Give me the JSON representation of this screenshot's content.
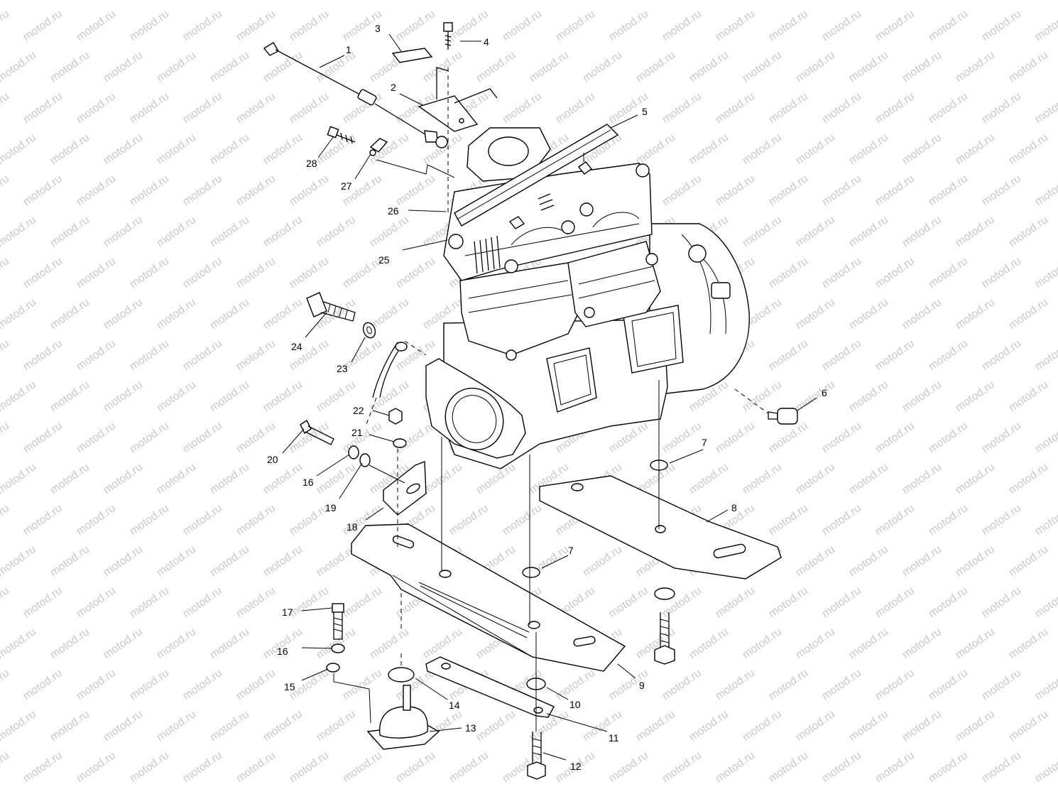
{
  "watermark": {
    "text": "motod.ru"
  },
  "callouts": [
    "1",
    "2",
    "3",
    "4",
    "5",
    "6",
    "7",
    "7",
    "8",
    "9",
    "10",
    "11",
    "12",
    "13",
    "14",
    "15",
    "16",
    "16",
    "17",
    "18",
    "19",
    "20",
    "21",
    "22",
    "23",
    "24",
    "25",
    "26",
    "27",
    "28"
  ]
}
